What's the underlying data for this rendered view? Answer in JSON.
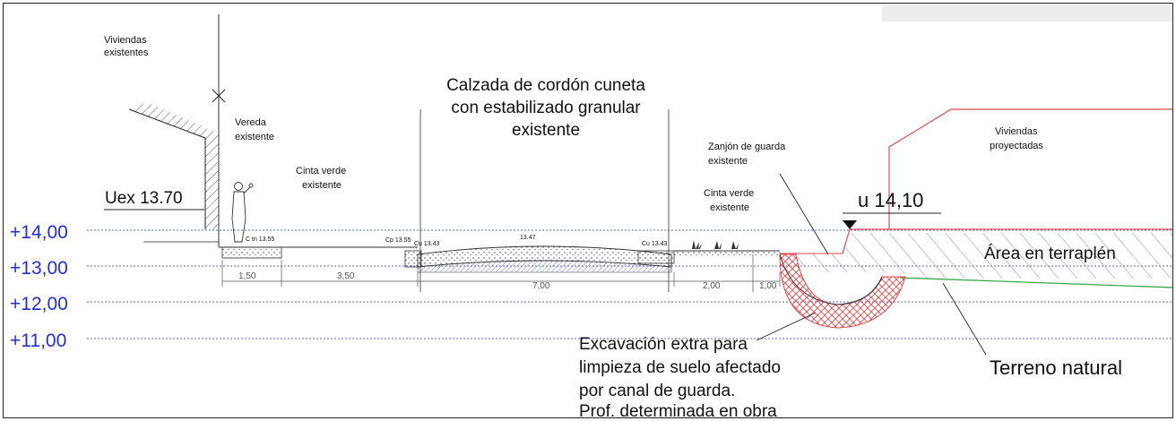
{
  "levels": [
    {
      "label": "+14,00",
      "elevation": 14.0
    },
    {
      "label": "+13,00",
      "elevation": 13.0
    },
    {
      "label": "+12,00",
      "elevation": 12.0
    },
    {
      "label": "+11,00",
      "elevation": 11.0
    }
  ],
  "labels": {
    "viviendas_existentes": [
      "Viviendas",
      "existentes"
    ],
    "vereda": [
      "Vereda",
      "existente"
    ],
    "cinta_verde_left": [
      "Cinta verde",
      "existente"
    ],
    "calzada": [
      "Calzada de cordón cuneta",
      "con estabilizado granular",
      "existente"
    ],
    "zanjon": [
      "Zanjón de guarda",
      "existente"
    ],
    "cinta_verde_right": [
      "Cinta verde",
      "existente"
    ],
    "viviendas_proyectadas": [
      "Viviendas",
      "proyectadas"
    ],
    "uex": "Uex 13.70",
    "u_proj": "u 14,10",
    "area_terraplen": "Área en terraplén",
    "terreno_natural": "Terreno natural",
    "excavacion": [
      "Excavación extra para",
      "limpieza de suelo afectado",
      "por canal de guarda.",
      "Prof. determinada en obra"
    ]
  },
  "small_elevations": {
    "ctn": "C tn 13.55",
    "cp_left": "Cp 13.55",
    "cu_left": "Cu 13.43",
    "crown": "13.47",
    "cu_right": "Cu 13.43"
  },
  "dimensions": [
    "1,50",
    "3,50",
    "7,00",
    "2,00",
    "1,00"
  ],
  "colors": {
    "level_lines": "#1f2fd9",
    "projected": "#e04a4a",
    "excavation": "#e04a4a",
    "terrain": "#3aa84a"
  }
}
